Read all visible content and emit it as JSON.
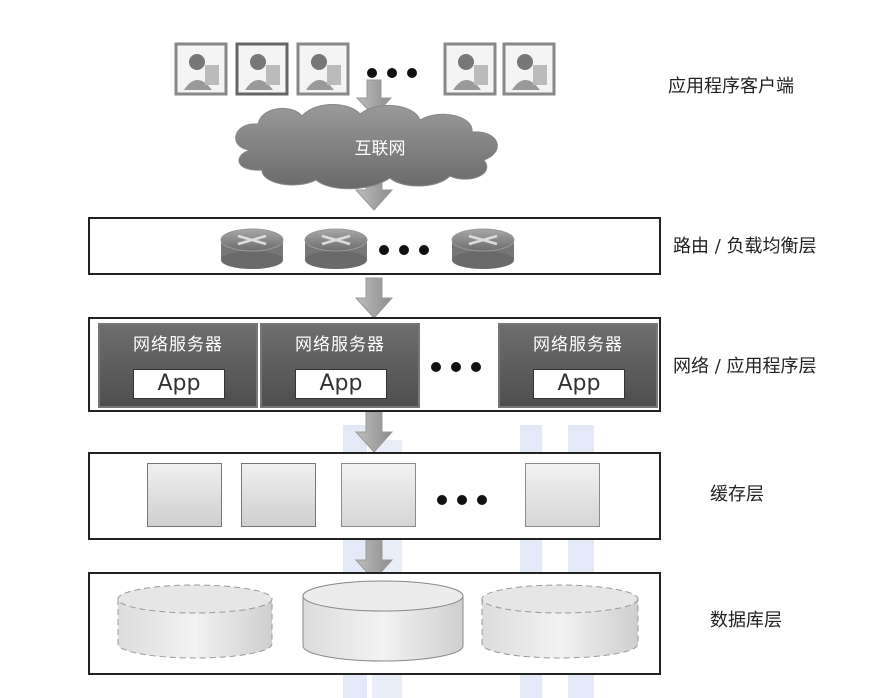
{
  "diagram": {
    "layers": {
      "clients": "应用程序客户端",
      "routing": "路由 / 负载均衡层",
      "web_app": "网络 / 应用程序层",
      "cache": "缓存层",
      "database": "数据库层"
    },
    "cloud_label": "互联网",
    "server_title": "网络服务器",
    "app_label": "App"
  }
}
